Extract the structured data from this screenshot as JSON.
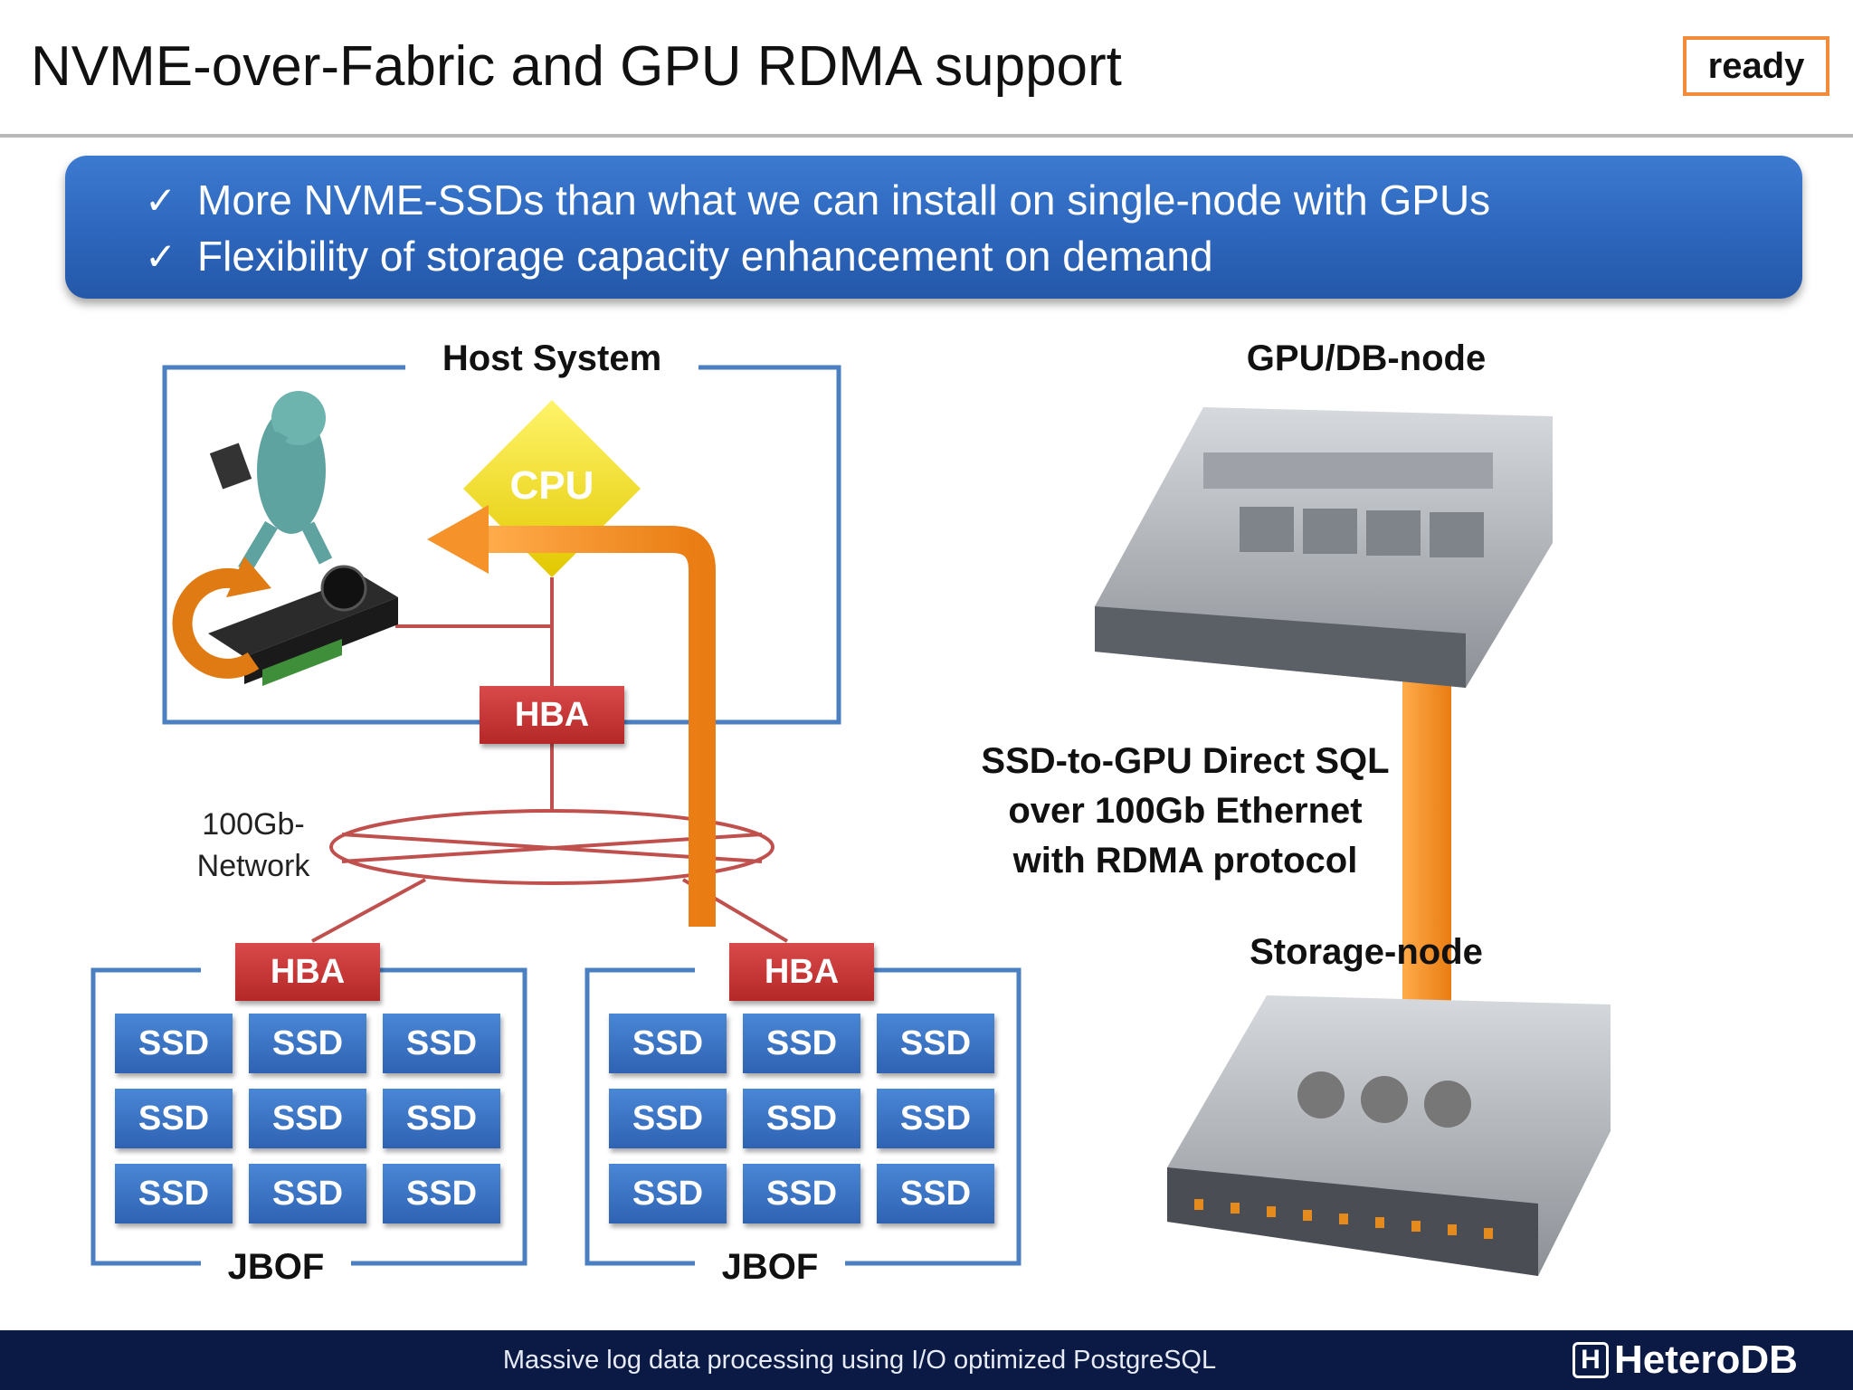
{
  "header": {
    "title": "NVME-over-Fabric and GPU RDMA support",
    "status": "ready"
  },
  "banner": {
    "items": [
      "More NVME-SSDs than what we can install on single-node with GPUs",
      "Flexibility of storage capacity enhancement on demand"
    ]
  },
  "diagram": {
    "host_label": "Host System",
    "cpu_label": "CPU",
    "hba_label": "HBA",
    "network_label_line1": "100Gb-",
    "network_label_line2": "Network",
    "ssd_label": "SSD",
    "jbof_label": "JBOF",
    "gpu_node_label": "GPU/DB-node",
    "storage_node_label": "Storage-node",
    "caption_lines": [
      "SSD-to-GPU Direct SQL",
      "over 100Gb Ethernet",
      "with RDMA protocol"
    ]
  },
  "footer": {
    "text": "Massive log data processing using I/O optimized PostgreSQL",
    "logo": "HeteroDB"
  },
  "colors": {
    "accent_orange": "#f5922a",
    "badge_border": "#f08c3c",
    "frame_blue": "#4a7fc1",
    "link_red": "#c0504d",
    "cpu_yellow": "#f2e000"
  }
}
